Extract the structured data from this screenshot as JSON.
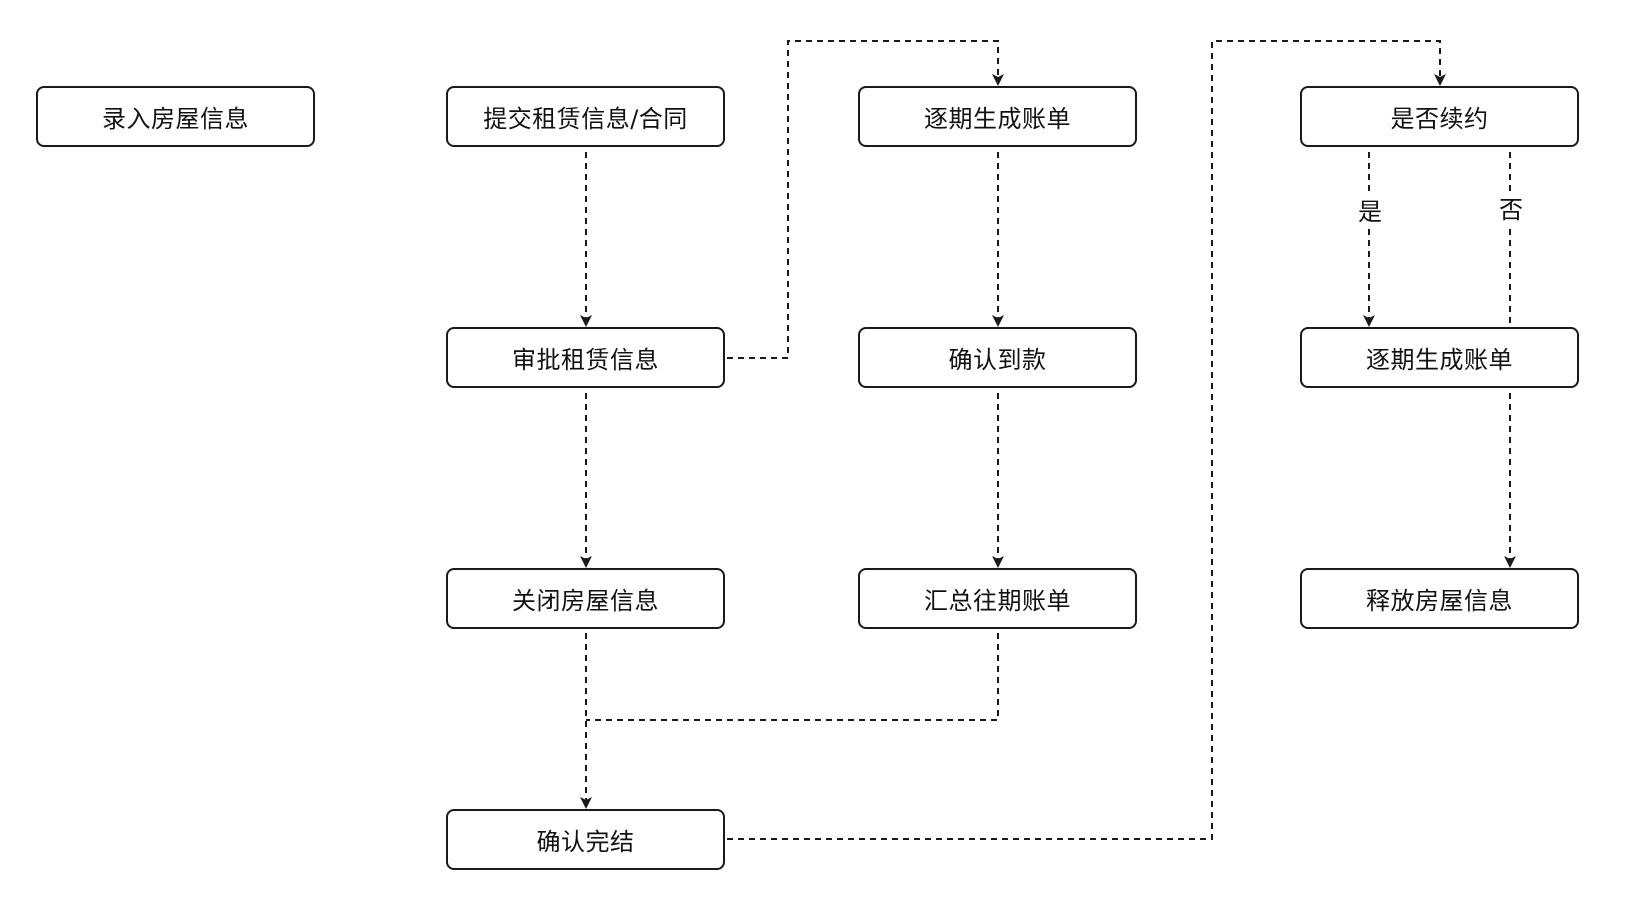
{
  "nodes": {
    "enter_house_info": "录入房屋信息",
    "submit_lease": "提交租赁信息/合同",
    "approve_lease": "审批租赁信息",
    "close_house_info": "关闭房屋信息",
    "confirm_complete": "确认完结",
    "generate_bills_1": "逐期生成账单",
    "confirm_payment": "确认到款",
    "summarize_bills": "汇总往期账单",
    "renew_decision": "是否续约",
    "generate_bills_2": "逐期生成账单",
    "release_house_info": "释放房屋信息"
  },
  "edge_labels": {
    "yes": "是",
    "no": "否"
  },
  "edges": [
    {
      "from": "submit_lease",
      "to": "approve_lease"
    },
    {
      "from": "approve_lease",
      "to": "close_house_info"
    },
    {
      "from": "approve_lease",
      "to": "generate_bills_1"
    },
    {
      "from": "generate_bills_1",
      "to": "confirm_payment"
    },
    {
      "from": "confirm_payment",
      "to": "summarize_bills"
    },
    {
      "from": "close_house_info",
      "to": "confirm_complete"
    },
    {
      "from": "summarize_bills",
      "to": "confirm_complete"
    },
    {
      "from": "confirm_complete",
      "to": "renew_decision"
    },
    {
      "from": "renew_decision",
      "to": "generate_bills_2",
      "label": "yes"
    },
    {
      "from": "renew_decision",
      "to": "release_house_info",
      "label": "no"
    },
    {
      "from": "generate_bills_2",
      "to": "release_house_info"
    }
  ],
  "colors": {
    "stroke": "#1a1a1a",
    "background": "#ffffff"
  },
  "line_style": "dashed"
}
